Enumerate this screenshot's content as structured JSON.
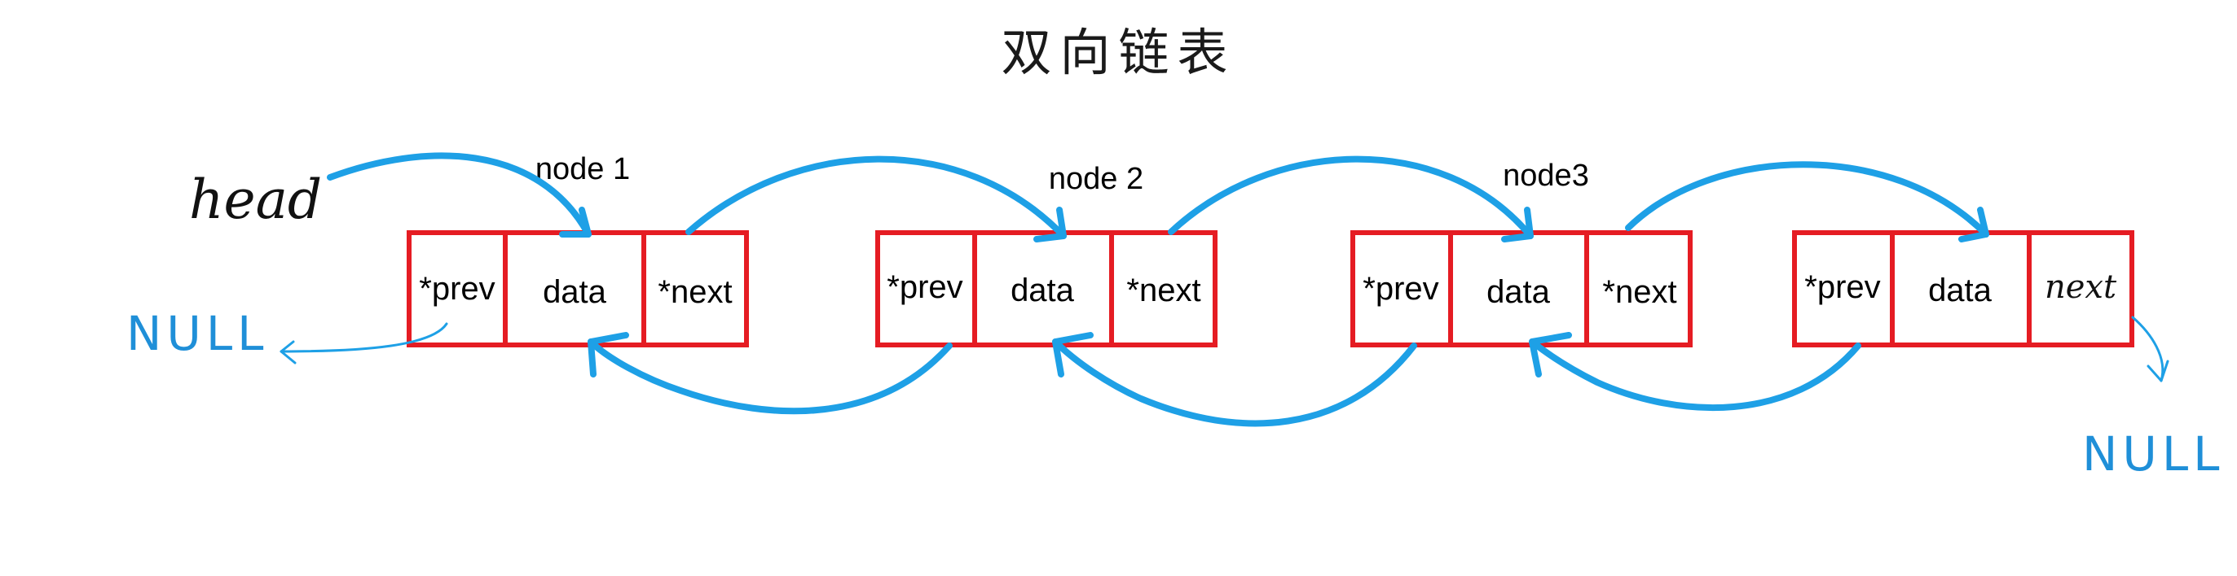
{
  "title": "双向链表",
  "head_label": "head",
  "null_label": "NULL",
  "nodes": [
    {
      "label": "node 1",
      "cells": [
        "*prev",
        "data",
        "*next"
      ]
    },
    {
      "label": "node 2",
      "cells": [
        "*prev",
        "data",
        "*next"
      ]
    },
    {
      "label": "node3",
      "cells": [
        "*prev",
        "data",
        "*next"
      ]
    },
    {
      "label": "",
      "cells": [
        "*prev",
        "data",
        "next"
      ]
    }
  ],
  "colors": {
    "box": "#e51c23",
    "arrow": "#1ea0e6",
    "text": "#000000"
  }
}
